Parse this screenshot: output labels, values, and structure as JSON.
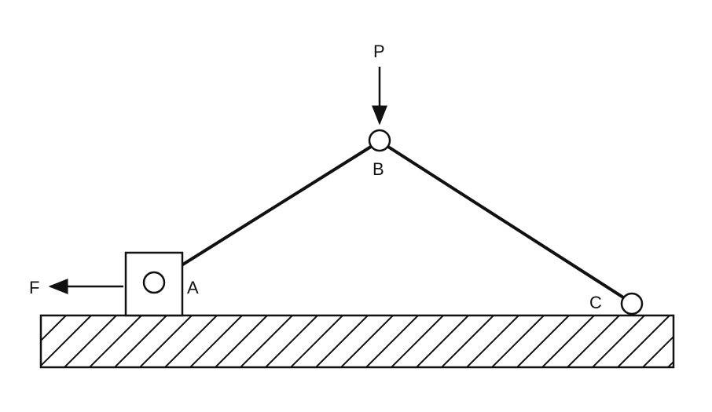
{
  "labels": {
    "force_p": "P",
    "force_f": "F",
    "joint_a": "A",
    "joint_b": "B",
    "joint_c": "C"
  },
  "colors": {
    "ink": "#111111",
    "background": "#ffffff"
  }
}
